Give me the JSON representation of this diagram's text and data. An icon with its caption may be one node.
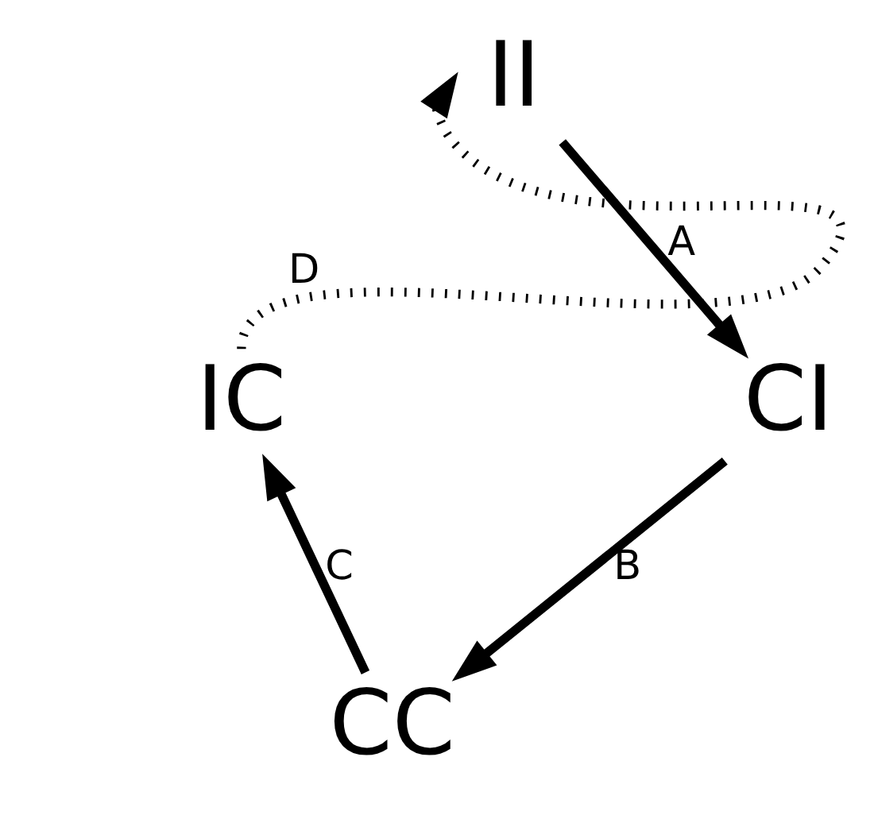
{
  "diagram": {
    "nodes": [
      {
        "text": [
          "II"
        ]
      },
      {
        "text": [
          "CI"
        ]
      },
      {
        "text": [
          "CC"
        ]
      },
      {
        "text": [
          "IC"
        ]
      }
    ],
    "edges": [
      {
        "from": 0,
        "to": 1,
        "arrow": "to",
        "label": "A"
      },
      {
        "from": 1,
        "to": 2,
        "arrow": "to",
        "label": "B"
      },
      {
        "from": 2,
        "to": 3,
        "arrow": "to",
        "label": "C"
      },
      {
        "from": 3,
        "to": 0,
        "arrow": "to",
        "label": "D",
        "style": "dashed"
      }
    ]
  }
}
